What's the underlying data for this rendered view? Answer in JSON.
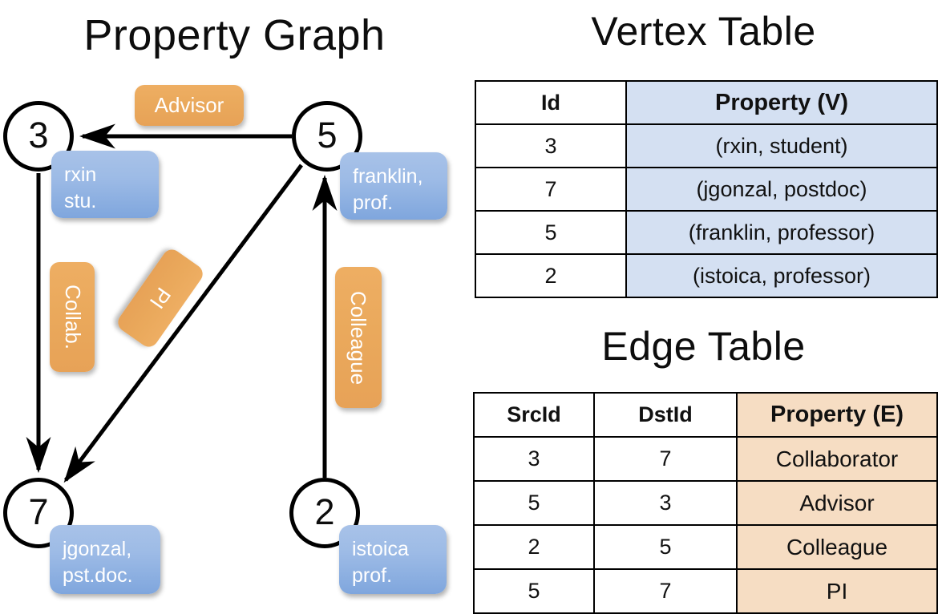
{
  "titles": {
    "property_graph": "Property Graph",
    "vertex_table": "Vertex Table",
    "edge_table": "Edge Table"
  },
  "colors": {
    "vertex_property_fill": "#d4e0f2",
    "edge_property_fill": "#f6ddc3",
    "node_property_callout": "#9dbbe6",
    "edge_label_chip": "#eaa95c",
    "stroke": "#000000"
  },
  "graph": {
    "nodes": [
      {
        "id": "3",
        "property_line1": "rxin",
        "property_line2": "stu."
      },
      {
        "id": "5",
        "property_line1": "franklin,",
        "property_line2": "prof."
      },
      {
        "id": "7",
        "property_line1": "jgonzal,",
        "property_line2": "pst.doc."
      },
      {
        "id": "2",
        "property_line1": "istoica",
        "property_line2": "prof."
      }
    ],
    "edge_labels": [
      {
        "text": "Advisor",
        "orientation": "horizontal"
      },
      {
        "text": "Collab.",
        "orientation": "vertical"
      },
      {
        "text": "PI",
        "orientation": "rotated"
      },
      {
        "text": "Colleague",
        "orientation": "vertical"
      }
    ]
  },
  "vertex_table": {
    "headers": [
      "Id",
      "Property (V)"
    ],
    "rows": [
      {
        "id": "3",
        "property": "(rxin, student)"
      },
      {
        "id": "7",
        "property": "(jgonzal, postdoc)"
      },
      {
        "id": "5",
        "property": "(franklin, professor)"
      },
      {
        "id": "2",
        "property": "(istoica, professor)"
      }
    ]
  },
  "edge_table": {
    "headers": [
      "SrcId",
      "DstId",
      "Property (E)"
    ],
    "rows": [
      {
        "src": "3",
        "dst": "7",
        "property": "Collaborator"
      },
      {
        "src": "5",
        "dst": "3",
        "property": "Advisor"
      },
      {
        "src": "2",
        "dst": "5",
        "property": "Colleague"
      },
      {
        "src": "5",
        "dst": "7",
        "property": "PI"
      }
    ]
  }
}
